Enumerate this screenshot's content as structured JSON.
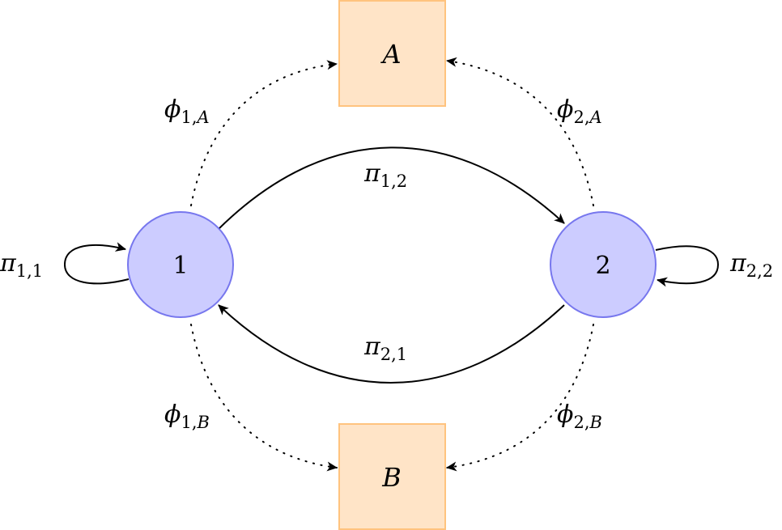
{
  "states": [
    {
      "id": "state-1",
      "label": "1"
    },
    {
      "id": "state-2",
      "label": "2"
    }
  ],
  "emissions": [
    {
      "id": "A",
      "label": "A"
    },
    {
      "id": "B",
      "label": "B"
    }
  ],
  "transitions": {
    "pi_1_1": {
      "symbol": "π",
      "sub_state": "1",
      "sub_target": "1"
    },
    "pi_1_2": {
      "symbol": "π",
      "sub_state": "1",
      "sub_target": "2"
    },
    "pi_2_1": {
      "symbol": "π",
      "sub_state": "2",
      "sub_target": "1"
    },
    "pi_2_2": {
      "symbol": "π",
      "sub_state": "2",
      "sub_target": "2"
    }
  },
  "emission_probs": {
    "phi_1_A": {
      "symbol": "ϕ",
      "sub_state": "1",
      "sub_target": "A"
    },
    "phi_2_A": {
      "symbol": "ϕ",
      "sub_state": "2",
      "sub_target": "A"
    },
    "phi_1_B": {
      "symbol": "ϕ",
      "sub_state": "1",
      "sub_target": "B"
    },
    "phi_2_B": {
      "symbol": "ϕ",
      "sub_state": "2",
      "sub_target": "B"
    }
  },
  "colors": {
    "state_fill": "#ccccff",
    "state_stroke": "#7777ee",
    "emission_fill": "#ffe4c7",
    "emission_stroke": "#ffc37e"
  }
}
